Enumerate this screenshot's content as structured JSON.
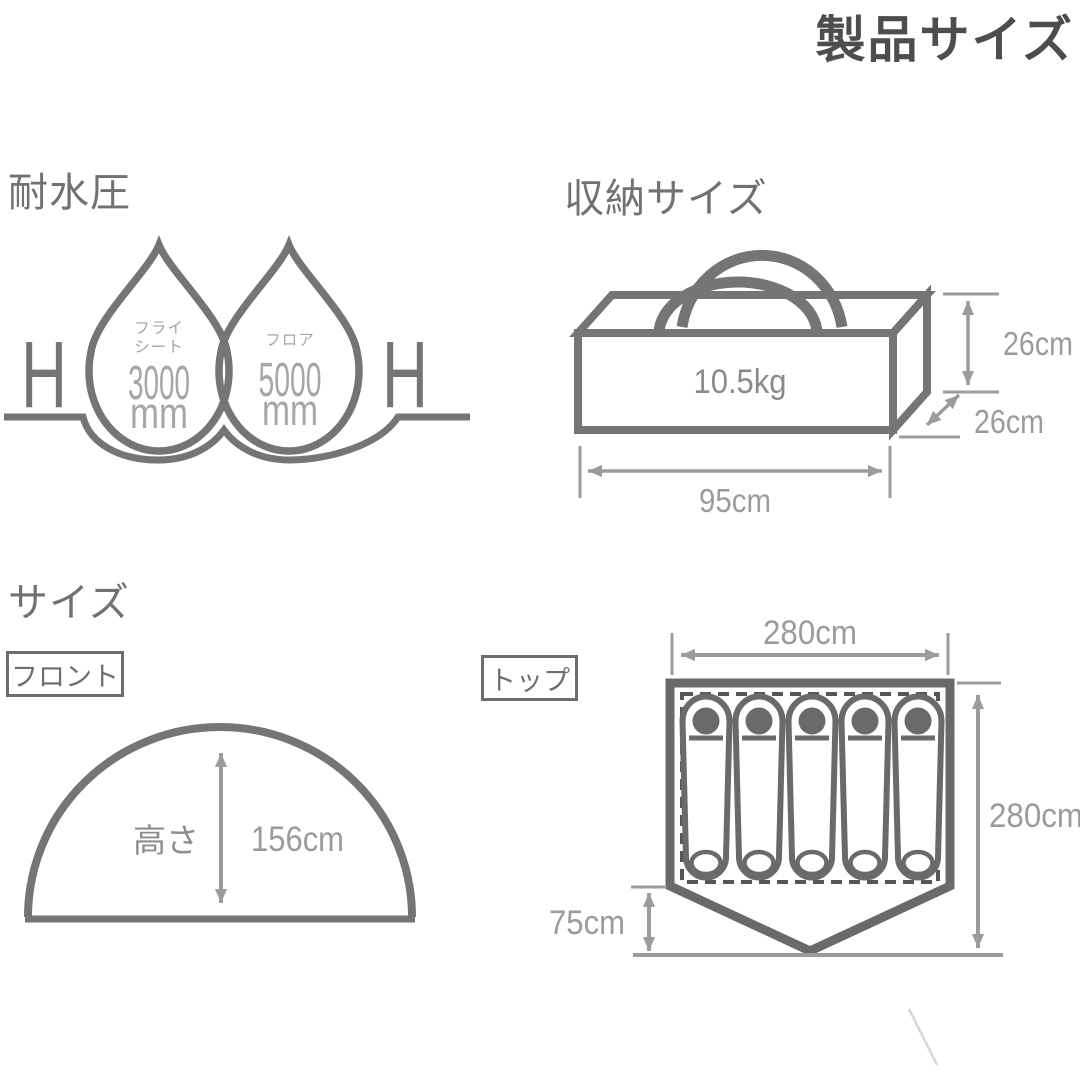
{
  "page_title": "製品サイズ",
  "colors": {
    "title_ink": "#4d4d4d",
    "diagram_ink": "#6f6f6f",
    "dimension_gray": "#9b9b9b",
    "drop_text_gray": "#a6a6a6",
    "background": "#ffffff"
  },
  "water_resistance": {
    "heading": "耐水圧",
    "h_left": "H",
    "h_right": "H",
    "drops": [
      {
        "label_lines": [
          "フライ",
          "シート"
        ],
        "value": "3000",
        "unit": "mm"
      },
      {
        "label_lines": [
          "フロア"
        ],
        "value": "5000",
        "unit": "mm"
      }
    ]
  },
  "storage": {
    "heading": "収納サイズ",
    "weight": "10.5kg",
    "height": "26cm",
    "depth": "26cm",
    "width": "95cm"
  },
  "size_section": {
    "heading": "サイズ",
    "front": {
      "tab": "フロント",
      "height_label": "高さ",
      "height_value": "156cm"
    },
    "top": {
      "tab": "トップ",
      "width": "280cm",
      "depth": "280cm",
      "vestibule": "75cm",
      "sleeper_count": 5
    }
  }
}
